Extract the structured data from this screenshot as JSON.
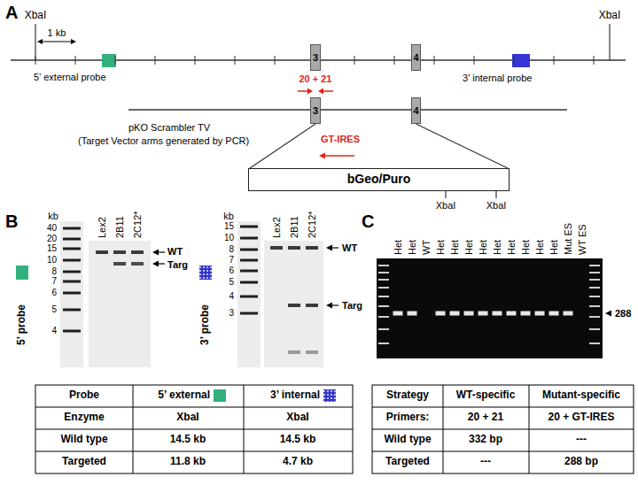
{
  "diagram": {
    "nodes": [
      {
        "text": [
          "3"
        ]
      },
      {
        "text": [
          "4"
        ]
      },
      {
        "text": [
          "3"
        ]
      },
      {
        "text": [
          "4"
        ]
      },
      {
        "text": [
          "bGeo/Puro"
        ]
      }
    ],
    "edges": [
      {
        "from": 2,
        "to": 4,
        "arrow": "none"
      },
      {
        "from": 3,
        "to": 4,
        "arrow": "none"
      }
    ],
    "labels": [
      "A",
      "XbaI",
      "XbaI",
      "1 kb",
      "5’ external probe",
      "20 + 21",
      "3’ internal probe",
      "pKO Scrambler TV",
      "(Target Vector arms generated by PCR)",
      "GT-IRES",
      "XbaI",
      "XbaI",
      "B",
      "5’ probe",
      "kb",
      "40",
      "20",
      "15",
      "10",
      "8",
      "7",
      "6",
      "5",
      "4",
      "Lex2",
      "2B11",
      "2C12*",
      "WT",
      "Targ",
      "3’ probe",
      "kb",
      "15",
      "10",
      "8",
      "7",
      "6",
      "5",
      "4",
      "3",
      "Lex2",
      "2B11",
      "2C12*",
      "WT",
      "Targ",
      "Probe",
      "5’ external",
      "3’ internal",
      "Enzyme",
      "XbaI",
      "XbaI",
      "Wild type",
      "14.5 kb",
      "14.5 kb",
      "Targeted",
      "11.8 kb",
      "4.7 kb",
      "C",
      "Het",
      "Het",
      "WT",
      "Het",
      "Het",
      "Het",
      "Het",
      "Het",
      "Het",
      "Het",
      "Het",
      "Het",
      "Mut ES",
      "WT ES",
      "288",
      "Strategy",
      "WT-specific",
      "Mutant-specific",
      "Primers:",
      "20 + 21",
      "20 + GT-IRES",
      "Wild type",
      "332 bp",
      "---",
      "Targeted",
      "---",
      "288 bp"
    ]
  }
}
